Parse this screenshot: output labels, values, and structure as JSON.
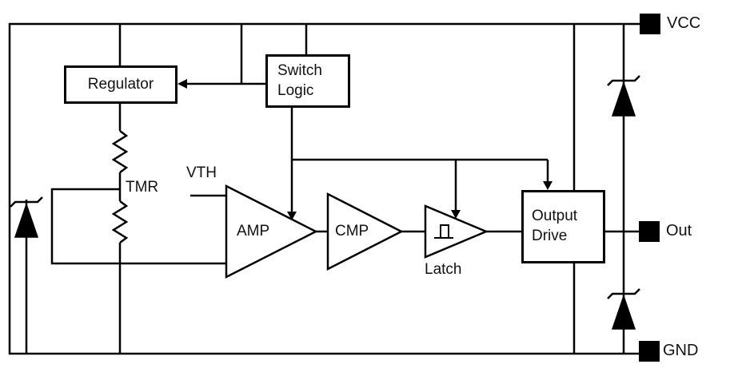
{
  "diagram": {
    "blocks": {
      "regulator": {
        "label": "Regulator"
      },
      "switch_logic": {
        "line1": "Switch",
        "line2": "Logic"
      },
      "output_drive": {
        "line1": "Output",
        "line2": "Drive"
      },
      "amp": {
        "label": "AMP"
      },
      "cmp": {
        "label": "CMP"
      },
      "latch": {
        "label": "Latch"
      }
    },
    "net_labels": {
      "vth": "VTH",
      "tmr": "TMR"
    },
    "pins": {
      "vcc": {
        "label": "VCC"
      },
      "out": {
        "label": "Out"
      },
      "gnd": {
        "label": "GND"
      }
    },
    "colors": {
      "stroke": "#000000",
      "background": "#ffffff",
      "text": "#111111"
    }
  }
}
